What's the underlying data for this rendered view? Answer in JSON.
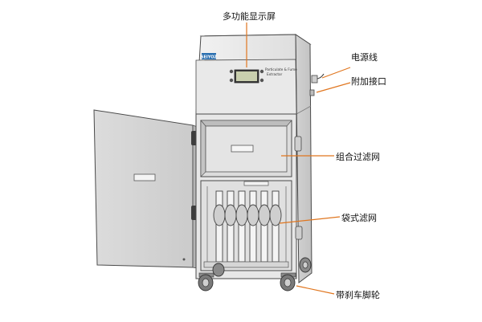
{
  "callouts": {
    "display": "多功能显示屏",
    "power_cord": "电源线",
    "aux_port": "附加接口",
    "combo_filter": "组合过滤网",
    "bag_filter": "袋式滤网",
    "caster": "带刹车脚轮"
  },
  "panel": {
    "brand": "SEIYOZ",
    "product_line1": "Particulate & Fume",
    "product_line2": "Extractor"
  },
  "colors": {
    "leader_line": "#e0761f",
    "metal_light": "#ececec",
    "metal_mid": "#d4d4d4",
    "metal_dark": "#9a9a9a",
    "outline": "#4a4a4a",
    "lcd": "#c9cfae",
    "brand_badge": "#2a6fb0"
  }
}
